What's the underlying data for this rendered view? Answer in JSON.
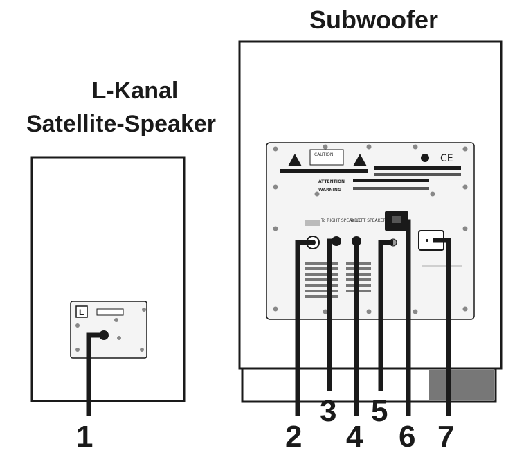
{
  "subwoofer": {
    "title": "Subwoofer",
    "labels": {
      "sat_right": "To RIGHT SPEAKER",
      "sat_left": "To LEFT SPEAKER",
      "attention": "ATTENTION",
      "warning": "WARNING",
      "caution": "CAUTION"
    }
  },
  "satellite": {
    "title_line1": "L-Kanal",
    "title_line2": "Satellite-Speaker",
    "channel_badge": "L"
  },
  "callouts": [
    "1",
    "2",
    "3",
    "4",
    "5",
    "6",
    "7"
  ],
  "colors": {
    "ink": "#1a1a1a",
    "panel": "#f4f4f4",
    "background": "#ffffff"
  }
}
